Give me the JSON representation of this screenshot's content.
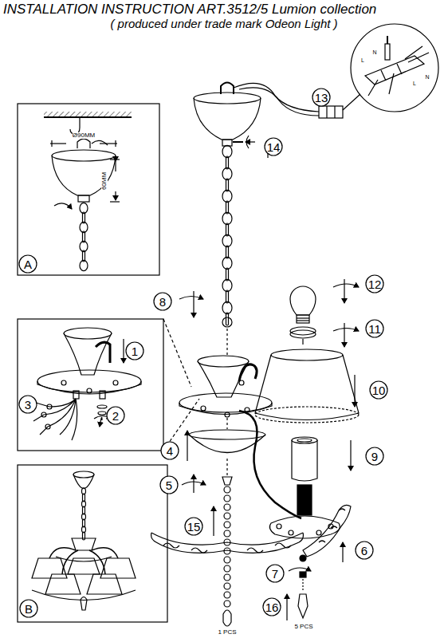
{
  "diagram": {
    "title": "INSTALLATION INSTRUCTION ART.3512/5 Lumion collection",
    "caption": "( produced under trade mark Odeon Light )",
    "labels": [
      "Ø90MM",
      "60MM",
      "A",
      "13",
      "14",
      "8",
      "12",
      "11",
      "1",
      "2",
      "3",
      "10",
      "4",
      "9",
      "5",
      "15",
      "6",
      "7",
      "16",
      "5 PCS",
      "1 PCS",
      "B",
      "N",
      "L",
      "N",
      "L"
    ]
  }
}
